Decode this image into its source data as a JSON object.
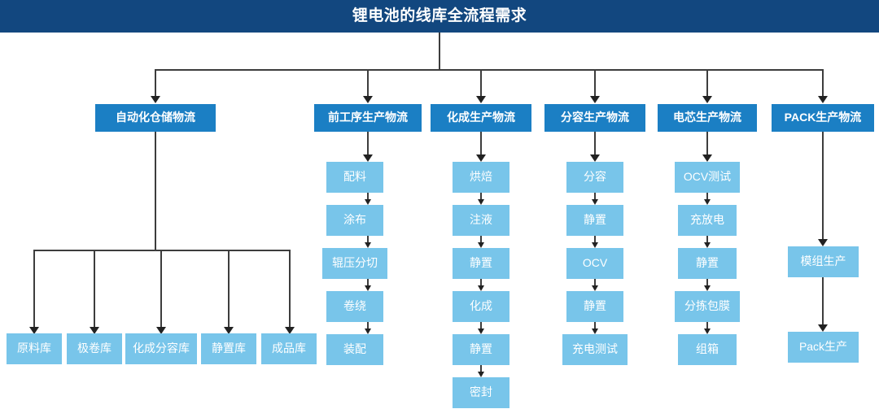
{
  "title": {
    "text": "锂电池的线库全流程需求"
  },
  "colors": {
    "title_bar": "#12477f",
    "level2_box": "#1b7fc4",
    "leaf_box": "#78c5ea",
    "connector": "#3d3d3d",
    "text": "#ffffff",
    "background": "#ffffff"
  },
  "branches": [
    {
      "id": "warehouse",
      "label": "自动化仓储物流",
      "children": [
        {
          "label": "原料库"
        },
        {
          "label": "极卷库"
        },
        {
          "label": "化成分容库"
        },
        {
          "label": "静置库"
        },
        {
          "label": "成品库"
        }
      ]
    },
    {
      "id": "pre-process",
      "label": "前工序生产物流",
      "children": [
        {
          "label": "配料"
        },
        {
          "label": "涂布"
        },
        {
          "label": "辊压分切"
        },
        {
          "label": "卷绕"
        },
        {
          "label": "装配"
        }
      ]
    },
    {
      "id": "formation",
      "label": "化成生产物流",
      "children": [
        {
          "label": "烘焙"
        },
        {
          "label": "注液"
        },
        {
          "label": "静置"
        },
        {
          "label": "化成"
        },
        {
          "label": "静置"
        },
        {
          "label": "密封"
        }
      ]
    },
    {
      "id": "grading",
      "label": "分容生产物流",
      "children": [
        {
          "label": "分容"
        },
        {
          "label": "静置"
        },
        {
          "label": "OCV"
        },
        {
          "label": "静置"
        },
        {
          "label": "充电测试"
        }
      ]
    },
    {
      "id": "cell",
      "label": "电芯生产物流",
      "children": [
        {
          "label": "OCV测试"
        },
        {
          "label": "充放电"
        },
        {
          "label": "静置"
        },
        {
          "label": "分拣包膜"
        },
        {
          "label": "组箱"
        }
      ]
    },
    {
      "id": "pack",
      "label": "PACK生产物流",
      "children": [
        {
          "label": "模组生产"
        },
        {
          "label": "Pack生产"
        }
      ]
    }
  ]
}
